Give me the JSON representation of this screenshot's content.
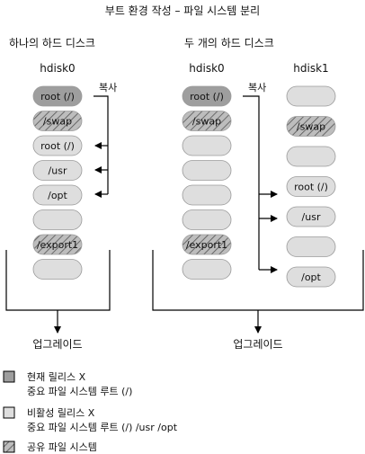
{
  "title": "부트 환경 작성 – 파일 시스템 분리",
  "panels": [
    {
      "heading": "하나의 하드 디스크",
      "disks": [
        {
          "name": "hdisk0",
          "slices": [
            {
              "label": "root (/)",
              "kind": "current"
            },
            {
              "label": "/swap",
              "kind": "shared"
            },
            {
              "label": "root (/)",
              "kind": "inactive"
            },
            {
              "label": "/usr",
              "kind": "inactive"
            },
            {
              "label": "/opt",
              "kind": "inactive"
            },
            {
              "label": "",
              "kind": "inactive"
            },
            {
              "label": "/export1",
              "kind": "shared"
            },
            {
              "label": "",
              "kind": "inactive"
            }
          ]
        }
      ],
      "copy_label": "복사",
      "output_label": "업그레이드"
    },
    {
      "heading": "두 개의 하드 디스크",
      "disks": [
        {
          "name": "hdisk0",
          "slices": [
            {
              "label": "root (/)",
              "kind": "current"
            },
            {
              "label": "/swap",
              "kind": "shared"
            },
            {
              "label": "",
              "kind": "inactive"
            },
            {
              "label": "",
              "kind": "inactive"
            },
            {
              "label": "",
              "kind": "inactive"
            },
            {
              "label": "",
              "kind": "inactive"
            },
            {
              "label": "/export1",
              "kind": "shared"
            },
            {
              "label": "",
              "kind": "inactive"
            }
          ]
        },
        {
          "name": "hdisk1",
          "slices": [
            {
              "label": "",
              "kind": "inactive"
            },
            {
              "label": "/swap",
              "kind": "shared"
            },
            {
              "label": "",
              "kind": "inactive"
            },
            {
              "label": "root (/)",
              "kind": "inactive"
            },
            {
              "label": "/usr",
              "kind": "inactive"
            },
            {
              "label": "",
              "kind": "inactive"
            },
            {
              "label": "/opt",
              "kind": "inactive"
            }
          ]
        }
      ],
      "copy_label": "복사",
      "output_label": "업그레이드"
    }
  ],
  "legend": [
    {
      "kind": "current",
      "lines": [
        "현재 릴리스 X",
        "중요 파일 시스템 루트 (/)"
      ]
    },
    {
      "kind": "inactive",
      "lines": [
        "비활성 릴리스 X",
        "중요 파일 시스템 루트 (/) /usr /opt"
      ]
    },
    {
      "kind": "shared",
      "lines": [
        "공유 파일 시스템"
      ]
    }
  ],
  "colors": {
    "current_fill": "#9e9e9e",
    "inactive_fill": "#dedede",
    "shared_fill": "#bdbdbd",
    "hatch": "#555555",
    "line": "#000000",
    "text": "#111111"
  }
}
